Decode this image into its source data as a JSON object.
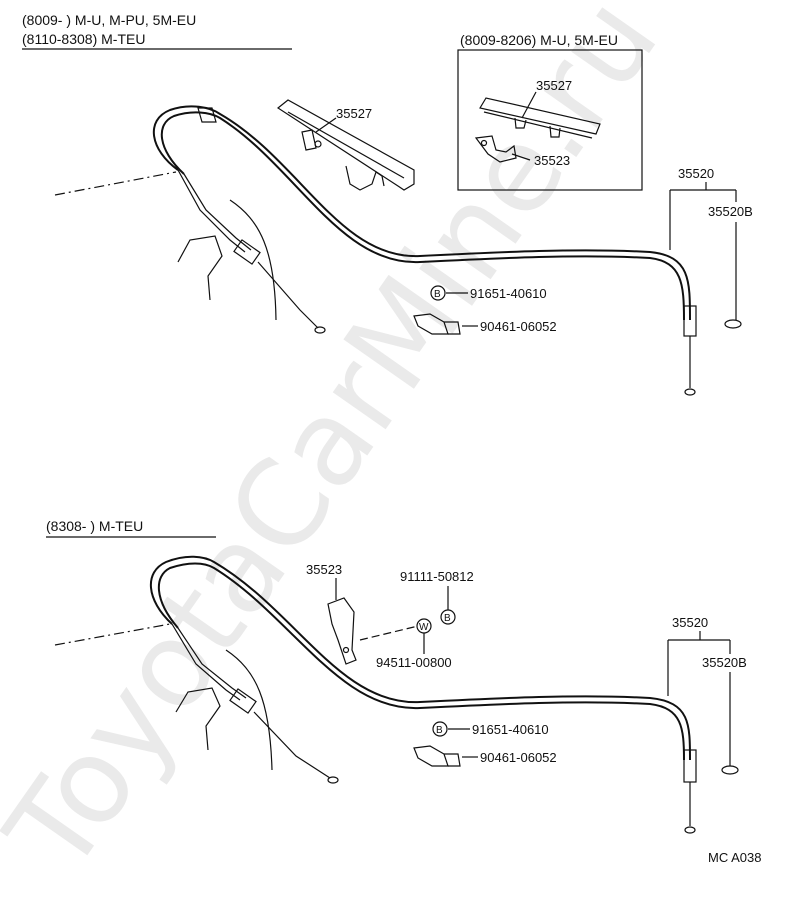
{
  "watermark": "ToyotaCarMine.ru",
  "top": {
    "header_line1": "(8009-         ) M-U, M-PU, 5M-EU",
    "header_line2": "(8110-8308) M-TEU",
    "inset_header": "(8009-8206) M-U, 5M-EU",
    "labels": {
      "part_35527_main": "35527",
      "part_35527_inset": "35527",
      "part_35523_inset": "35523",
      "part_35520": "35520",
      "part_35520B": "35520B",
      "part_91651": "91651-40610",
      "part_90461": "90461-06052",
      "badge_b": "B"
    }
  },
  "bottom": {
    "header": "(8308-         ) M-TEU",
    "labels": {
      "part_35523": "35523",
      "part_91111": "91111-50812",
      "part_94511": "94511-00800",
      "part_35520": "35520",
      "part_35520B": "35520B",
      "part_91651": "91651-40610",
      "part_90461": "90461-06052",
      "badge_b1": "B",
      "badge_w": "W",
      "badge_b2": "B"
    }
  },
  "footer_code": "MC A038"
}
